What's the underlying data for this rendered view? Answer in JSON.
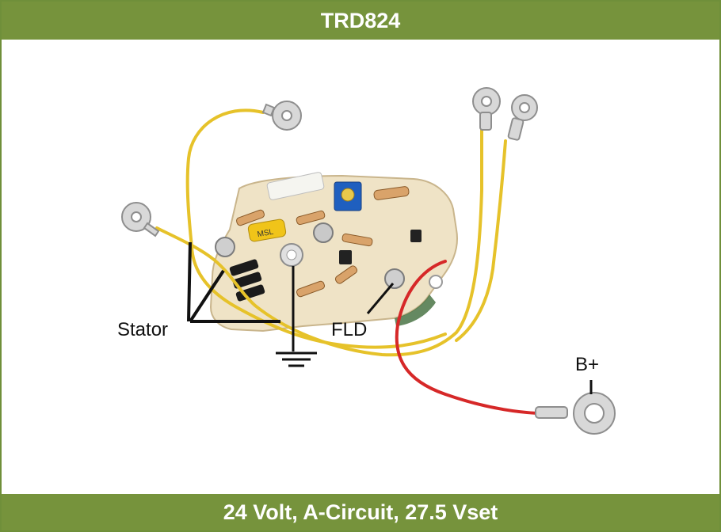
{
  "header": {
    "title": "TRD824"
  },
  "footer": {
    "caption": "24 Volt, A-Circuit, 27.5 Vset"
  },
  "diagram": {
    "labels": {
      "stator": "Stator",
      "field": "FLD",
      "battery": "B+"
    },
    "component_markings": {
      "resistor": "MSL"
    }
  },
  "colors": {
    "bar": "#76933c",
    "wire_yellow": "#e6c22a",
    "wire_red": "#d62828",
    "board": "#efe3c6"
  }
}
